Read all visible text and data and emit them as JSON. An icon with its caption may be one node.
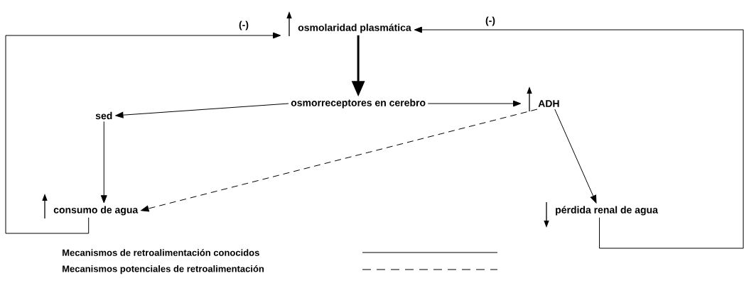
{
  "diagram": {
    "nodes": [
      {
        "text": [
          "osmolaridad plasmática"
        ]
      },
      {
        "text": [
          "osmorreceptores en cerebro"
        ]
      },
      {
        "text": [
          "ADH"
        ]
      },
      {
        "text": [
          "sed"
        ]
      },
      {
        "text": [
          "consumo de agua"
        ]
      },
      {
        "text": [
          "pérdida renal de agua"
        ]
      }
    ],
    "edges": [
      {
        "from": 0,
        "to": 1,
        "arrow": "to",
        "style": "thick"
      },
      {
        "from": 1,
        "to": 3,
        "arrow": "to"
      },
      {
        "from": 1,
        "to": 2,
        "arrow": "to"
      },
      {
        "from": 3,
        "to": 4,
        "arrow": "to"
      },
      {
        "from": 2,
        "to": 4,
        "arrow": "to",
        "style": "dashed"
      },
      {
        "from": 2,
        "to": 5,
        "arrow": "to"
      },
      {
        "from": 4,
        "to": 0,
        "arrow": "to",
        "label": "(-)"
      },
      {
        "from": 5,
        "to": 0,
        "arrow": "to",
        "label": "(-)"
      }
    ],
    "legend": [
      {
        "text": "Mecanismos de retroalimentación conocidos"
      },
      {
        "text": "Mecanismos potenciales de retroalimentación"
      }
    ]
  }
}
